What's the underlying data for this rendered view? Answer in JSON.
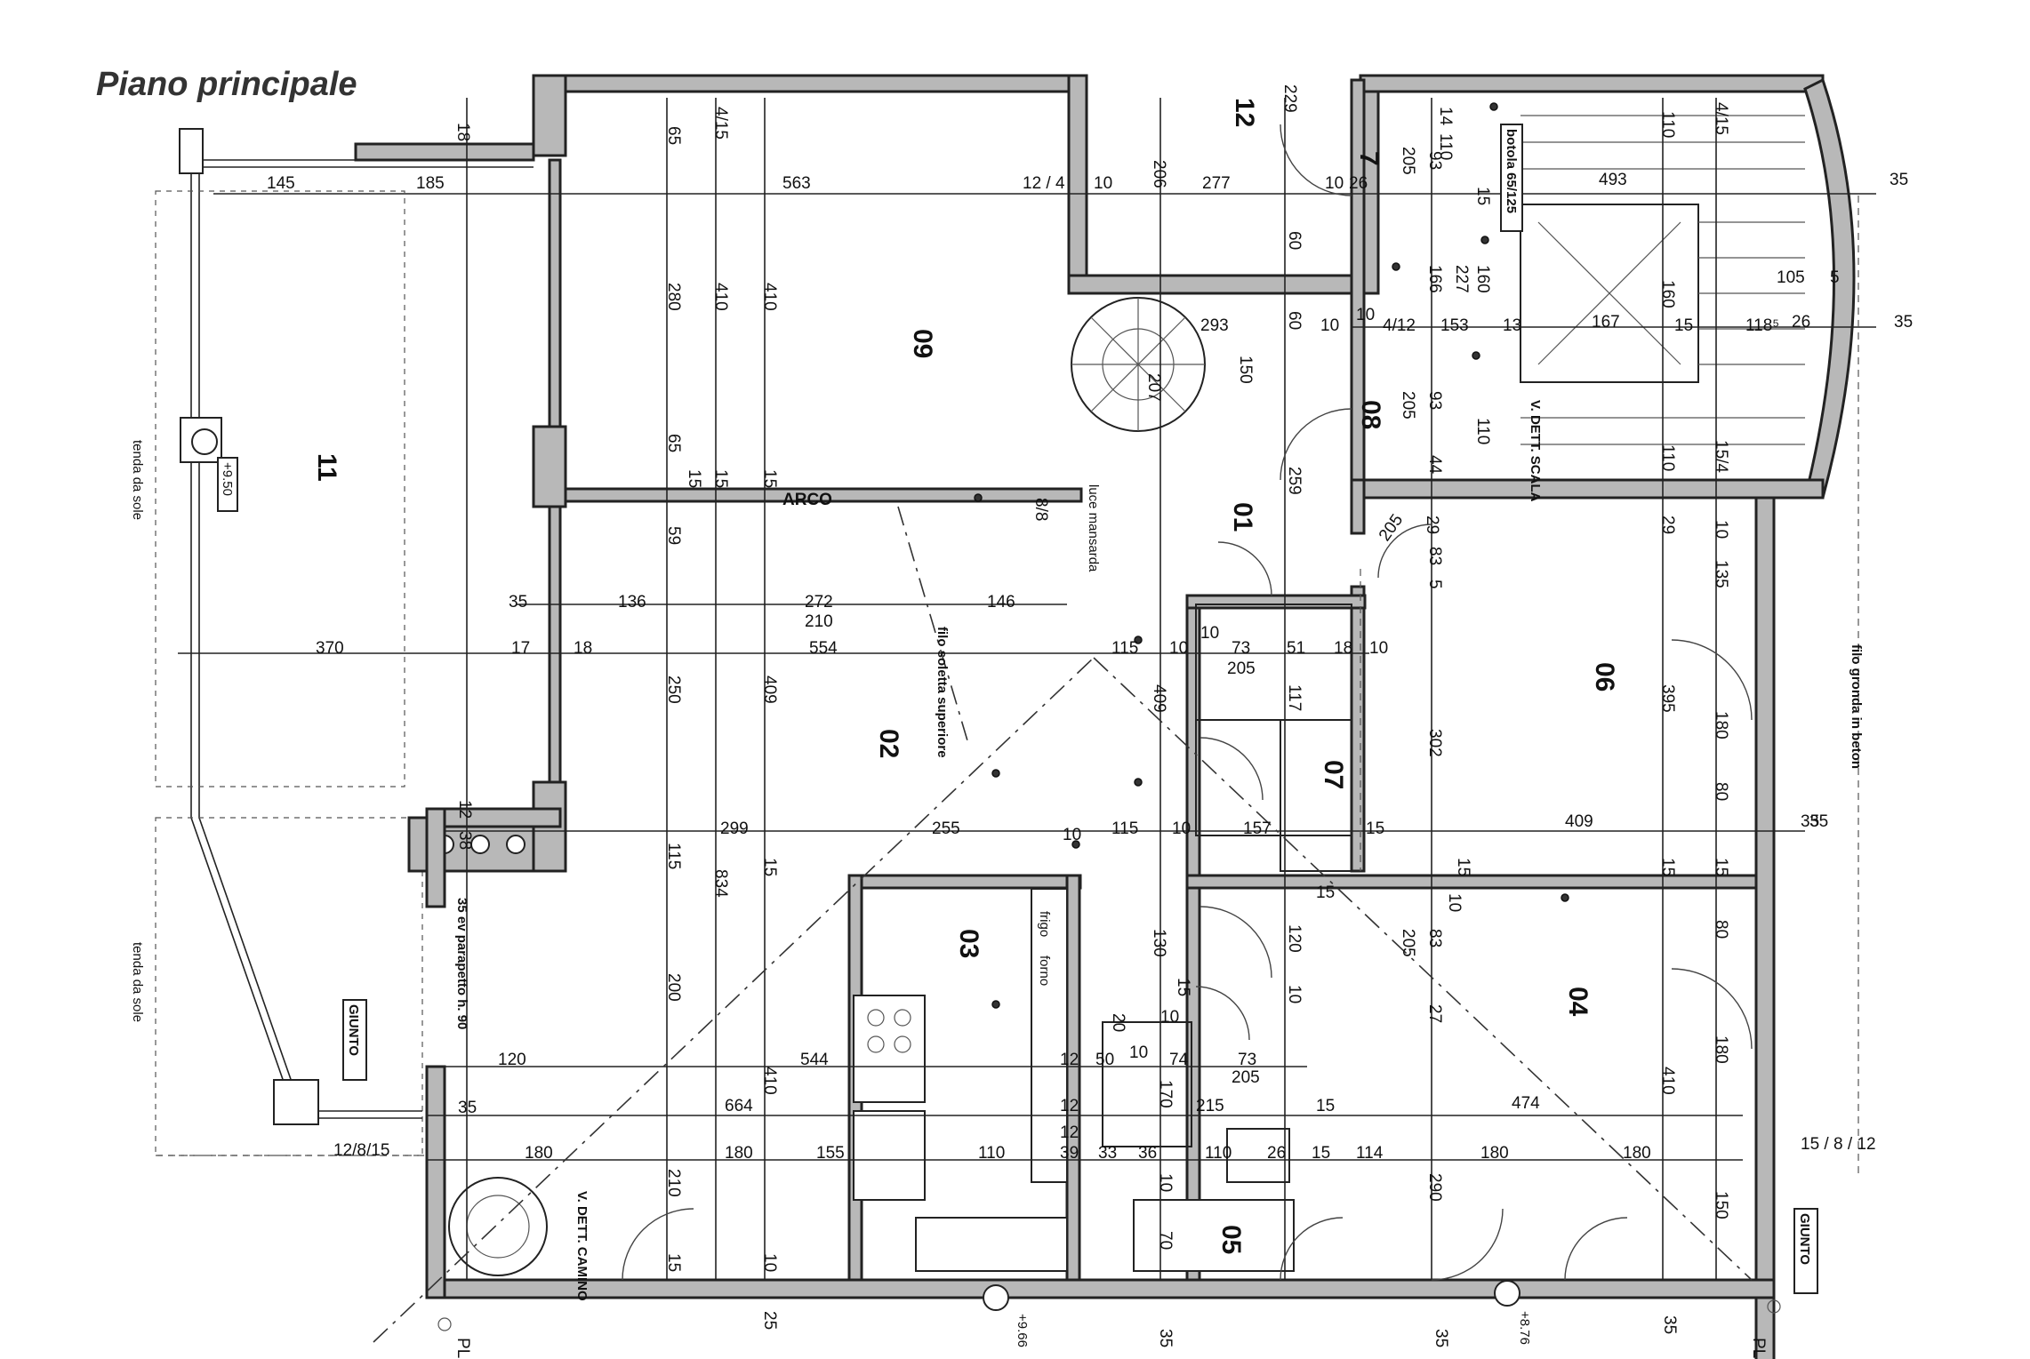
{
  "title": "Piano principale",
  "rooms": [
    "11",
    "09",
    "01",
    "02",
    "03",
    "04",
    "05",
    "06",
    "07",
    "08",
    "12",
    "7"
  ],
  "labels": {
    "arco": "ARCO",
    "giunto_left": "GIUNTO",
    "giunto_right": "GIUNTO",
    "tenda_1": "tenda da sole",
    "tenda_2": "tenda da sole",
    "filo_soletta": "filo soletta superiore",
    "filo_gronda": "filo gronda in beton",
    "luce_mansarda": "luce mansarda",
    "v_dett_scala": "V. DETT. SCALA",
    "v_dett_camino": "V. DETT. CAMINO",
    "botola": "botola 65/125",
    "parapetto": "35 ev parapetto h. 90",
    "frigo": "frigo",
    "forno": "forno",
    "pl_left": "PL",
    "pl_right": "PL",
    "level_950": "+9.50",
    "level_966": "+9.66",
    "level_876": "+8.76",
    "ref_left": "12/8/15",
    "ref_right": "15 / 8 / 12",
    "ref_84": "8/8"
  },
  "dimensions": {
    "d145": "145",
    "d185": "185",
    "d563": "563",
    "d124": "12 / 4",
    "d10a": "10",
    "d277": "277",
    "d10b": "10",
    "d26": "26",
    "d493": "493",
    "d35a": "35",
    "d35b": "35",
    "d35c": "35",
    "d18": "18",
    "d65a": "65",
    "d415a": "4/15",
    "d206": "206",
    "d229": "229",
    "d14a": "14",
    "d110a": "110",
    "d110b": "110",
    "d415b": "4/15",
    "d93a": "93",
    "d205a": "205",
    "d15a": "15",
    "d280": "280",
    "d410a": "410",
    "d410b": "410",
    "d60a": "60",
    "d60b": "60",
    "d166": "166",
    "d227": "227",
    "d160a": "160",
    "d160b": "160",
    "d105": "105",
    "d5": "5",
    "d293": "293",
    "d10c": "10",
    "d10d": "10",
    "d412": "4/12",
    "d153": "153",
    "d13": "13",
    "d167": "167",
    "d15b": "15",
    "d1185": "118⁵",
    "d26b": "26",
    "d150a": "150",
    "d207": "207",
    "d93b": "93",
    "d205b": "205",
    "d110c": "110",
    "d110d": "110",
    "d154": "15/4",
    "d44": "44",
    "d259": "259",
    "d65b": "65",
    "d15c": "15",
    "d15d": "15",
    "d15e": "15",
    "d29a": "29",
    "d29b": "29",
    "d83a": "83",
    "d5b": "5",
    "d10e": "10",
    "d135": "135",
    "d59": "59",
    "d205c": "205",
    "d35d": "35",
    "d136": "136",
    "d272": "272",
    "d210a": "210",
    "d146": "146",
    "d370": "370",
    "d17": "17",
    "d18b": "18",
    "d554": "554",
    "d115a": "115",
    "d10f": "10",
    "d73a": "73",
    "d51": "51",
    "d18c": "18",
    "d10g": "10",
    "d10h": "10",
    "d205d": "205",
    "d117": "117",
    "d250": "250",
    "d409a": "409",
    "d409b": "409",
    "d302": "302",
    "d395": "395",
    "d180a": "180",
    "d80a": "80",
    "d12a": "12",
    "d38": "38",
    "d299": "299",
    "d255": "255",
    "d115b": "115",
    "d10i": "10",
    "d157": "157",
    "d15f": "15",
    "d409c": "409",
    "d35e": "35",
    "d115c": "115",
    "d834": "834",
    "d15g": "15",
    "d15h": "15",
    "d15i": "15",
    "d15j": "15",
    "d10j": "10",
    "d120a": "120",
    "d15k": "15",
    "d205e": "205",
    "d83b": "83",
    "d10k": "10",
    "d130": "130",
    "d80b": "80",
    "d200": "200",
    "d27": "27",
    "d15l": "15",
    "d120b": "120",
    "d544": "544",
    "d12b": "12",
    "d50": "50",
    "d10l": "10",
    "d74": "74",
    "d73b": "73",
    "d205f": "205",
    "d20": "20",
    "d10m": "10",
    "d180b": "180",
    "d410c": "410",
    "d35f": "35",
    "d664": "664",
    "d12c": "12",
    "d170": "170",
    "d215": "215",
    "d15m": "15",
    "d474": "474",
    "d410d": "410",
    "d12d": "12",
    "d180c": "180",
    "d180d": "180",
    "d155": "155",
    "d110e": "110",
    "d39": "39",
    "d33": "33",
    "d36": "36",
    "d110f": "110",
    "d26c": "26",
    "d15n": "15",
    "d114": "114",
    "d180e": "180",
    "d180f": "180",
    "d210b": "210",
    "d10n": "10",
    "d290": "290",
    "d150b": "150",
    "d15o": "15",
    "d10o": "10",
    "d70": "70",
    "d25": "25",
    "d35g": "35",
    "d35h": "35",
    "d35i": "35",
    "d10p": "10"
  }
}
